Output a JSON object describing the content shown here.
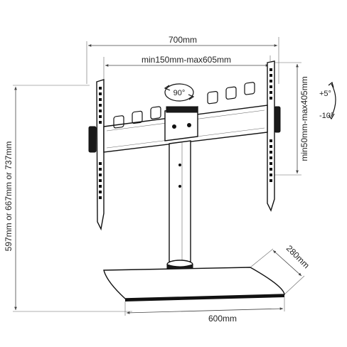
{
  "labels": {
    "overall_width": "700mm",
    "horizontal_vesa": "min150mm-max605mm",
    "vertical_vesa": "min50mm-max405mm",
    "height_options": "597mm or 667mm or 737mm",
    "base_width": "600mm",
    "base_depth": "280mm",
    "swivel": "90°",
    "tilt_up": "+5°",
    "tilt_down": "-10°"
  },
  "icons": {
    "swivel": "rotation-arrow-icon",
    "tilt": "curved-arrow-icon"
  },
  "colors": {
    "line": "#111111",
    "text": "#222222",
    "background": "#ffffff"
  }
}
